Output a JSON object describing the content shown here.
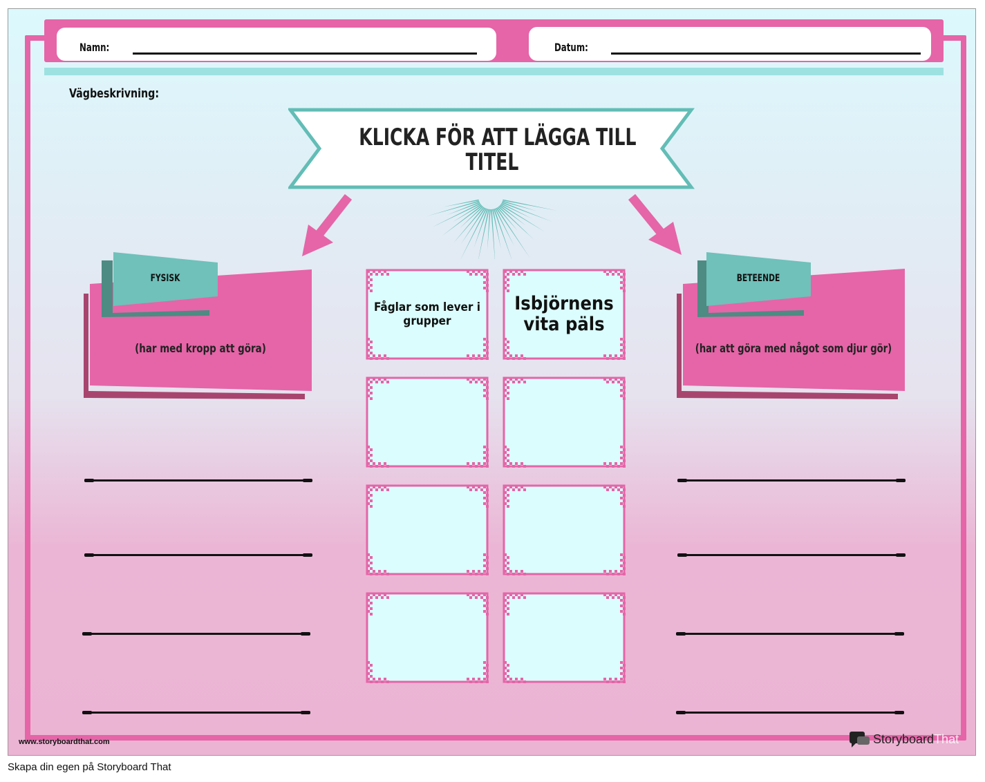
{
  "header": {
    "name_label": "Namn:",
    "date_label": "Datum:"
  },
  "instructions_label": "Vägbeskrivning:",
  "title_banner": {
    "line1": "KLICKA FÖR ATT LÄGGA TILL",
    "line2": "TITEL"
  },
  "left_panel": {
    "tab": "FYSISK",
    "description": "(har med kropp att göra)"
  },
  "right_panel": {
    "tab": "BETEENDE",
    "description": "(har att göra med något som djur gör)"
  },
  "cards": [
    "Fåglar som lever i grupper",
    "Isbjörnens vita päls",
    "",
    "",
    "",
    "",
    "",
    ""
  ],
  "footer": {
    "website": "www.storyboardthat.com",
    "logo_text": "Storyboard",
    "logo_text_faded": "That",
    "create_link": "Skapa din egen på Storyboard That"
  },
  "colors": {
    "pink": "#e565a8",
    "dark_pink": "#a8456f",
    "teal": "#6fc1ba",
    "dark_teal": "#4d8b83",
    "light_cyan": "#dbfdfd",
    "banner_teal": "#62bdb6"
  }
}
